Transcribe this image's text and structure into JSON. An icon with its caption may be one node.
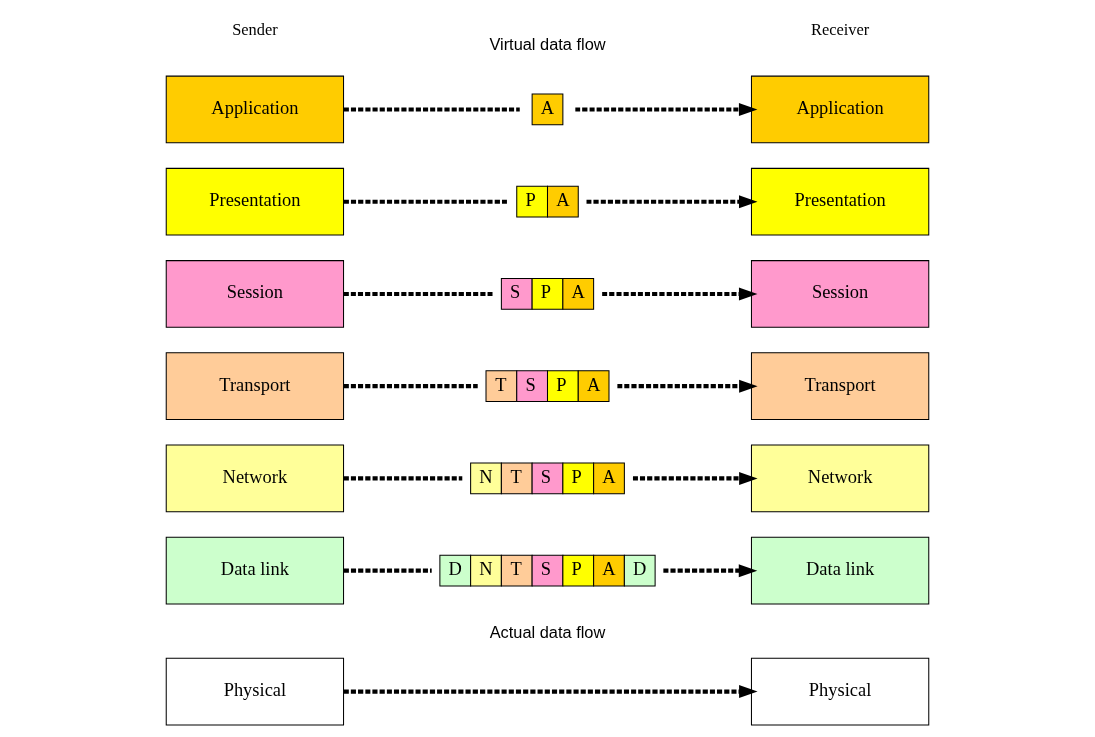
{
  "diagram": {
    "nodes": [
      {
        "text": [
          "Application"
        ]
      },
      {
        "text": [
          "Presentation"
        ]
      },
      {
        "text": [
          "Session"
        ]
      },
      {
        "text": [
          "Transport"
        ]
      },
      {
        "text": [
          "Network"
        ]
      },
      {
        "text": [
          "Data link"
        ]
      },
      {
        "text": [
          "Physical"
        ]
      },
      {
        "text": [
          "Application"
        ]
      },
      {
        "text": [
          "Presentation"
        ]
      },
      {
        "text": [
          "Session"
        ]
      },
      {
        "text": [
          "Transport"
        ]
      },
      {
        "text": [
          "Network"
        ]
      },
      {
        "text": [
          "Data link"
        ]
      },
      {
        "text": [
          "Physical"
        ]
      },
      {
        "text": [
          "A"
        ]
      },
      {
        "text": [
          "P",
          "A"
        ]
      },
      {
        "text": [
          "S",
          "P",
          "A"
        ]
      },
      {
        "text": [
          "T",
          "S",
          "P",
          "A"
        ]
      },
      {
        "text": [
          "N",
          "T",
          "S",
          "P",
          "A"
        ]
      },
      {
        "text": [
          "D",
          "N",
          "T",
          "S",
          "P",
          "A",
          "D"
        ]
      }
    ],
    "edges": [
      {
        "from": 0,
        "to": 14,
        "arrow": "none",
        "style": "dashed"
      },
      {
        "from": 14,
        "to": 7,
        "arrow": "to",
        "style": "dashed"
      },
      {
        "from": 1,
        "to": 15,
        "arrow": "none",
        "style": "dashed"
      },
      {
        "from": 15,
        "to": 8,
        "arrow": "to",
        "style": "dashed"
      },
      {
        "from": 2,
        "to": 16,
        "arrow": "none",
        "style": "dashed"
      },
      {
        "from": 16,
        "to": 9,
        "arrow": "to",
        "style": "dashed"
      },
      {
        "from": 3,
        "to": 17,
        "arrow": "none",
        "style": "dashed"
      },
      {
        "from": 17,
        "to": 10,
        "arrow": "to",
        "style": "dashed"
      },
      {
        "from": 4,
        "to": 18,
        "arrow": "none",
        "style": "dashed"
      },
      {
        "from": 18,
        "to": 11,
        "arrow": "to",
        "style": "dashed"
      },
      {
        "from": 5,
        "to": 19,
        "arrow": "none",
        "style": "dashed"
      },
      {
        "from": 19,
        "to": 12,
        "arrow": "to",
        "style": "dashed"
      },
      {
        "from": 6,
        "to": 13,
        "arrow": "to",
        "style": "dashed"
      }
    ],
    "labels": [
      "Sender",
      "Virtual data flow",
      "Receiver",
      "Actual data flow"
    ]
  }
}
